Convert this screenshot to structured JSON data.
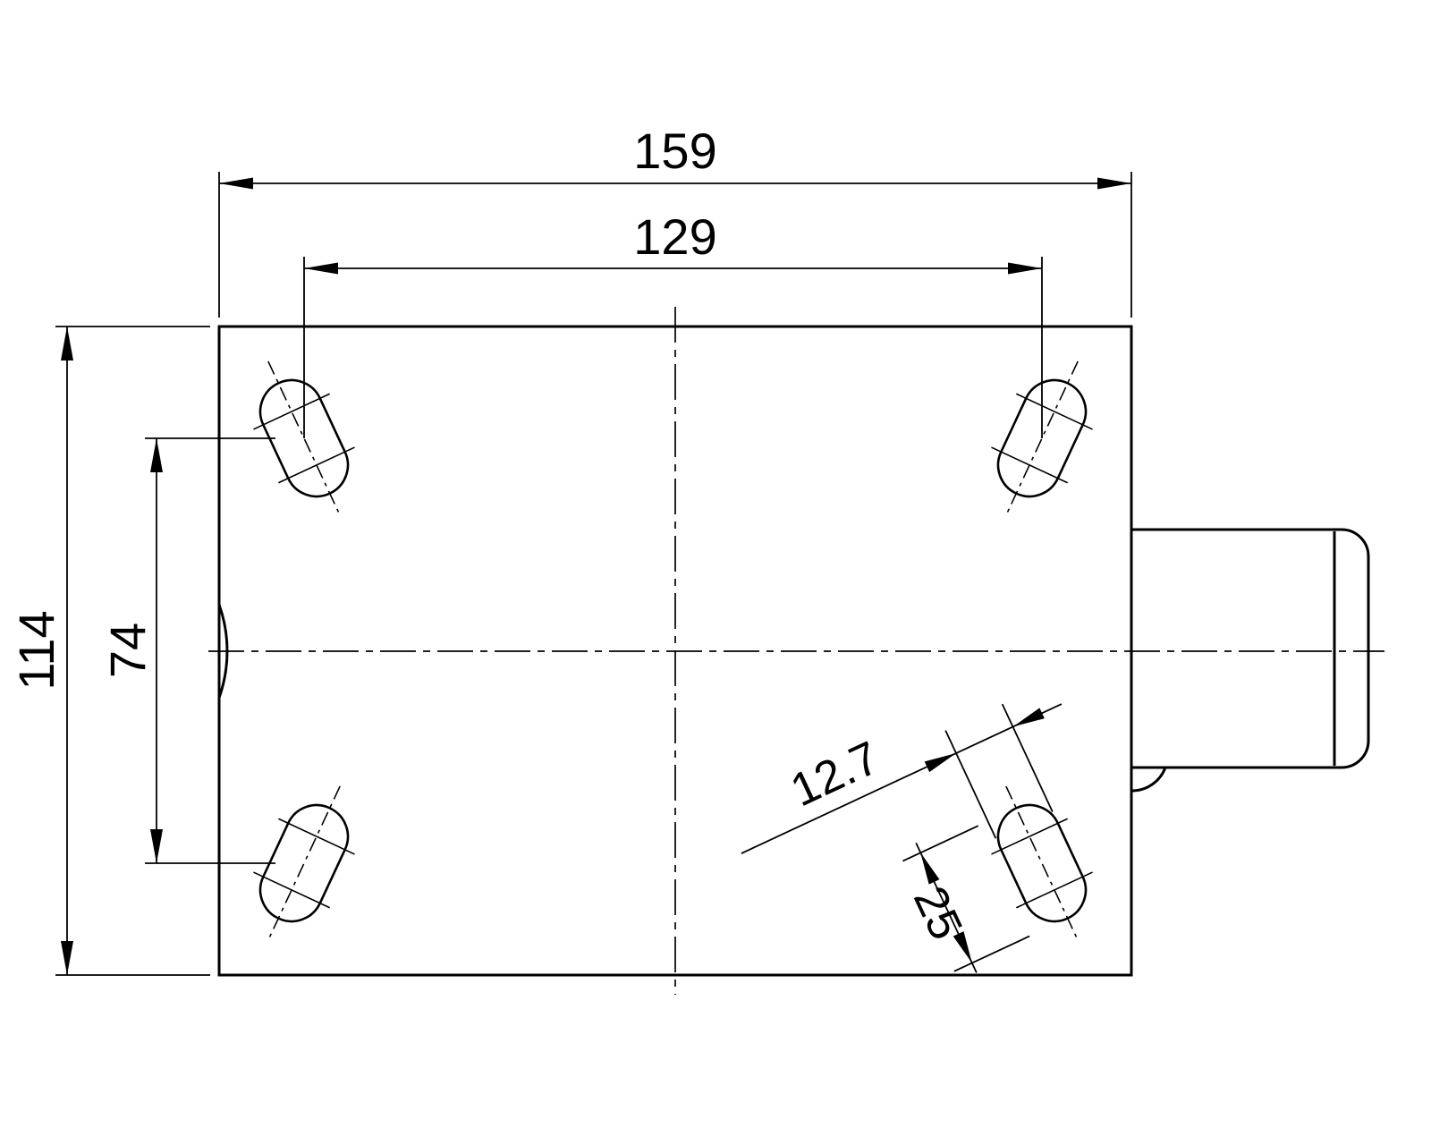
{
  "drawing": {
    "type": "technical-drawing",
    "subject": "caster-mounting-plate-top-view",
    "line_color": "#000000",
    "background_color": "#ffffff",
    "dimensions": {
      "overall_width": "159",
      "hole_spacing_width": "129",
      "overall_depth": "114",
      "hole_spacing_depth": "74",
      "slot_width": "12.7",
      "slot_length": "25"
    }
  }
}
